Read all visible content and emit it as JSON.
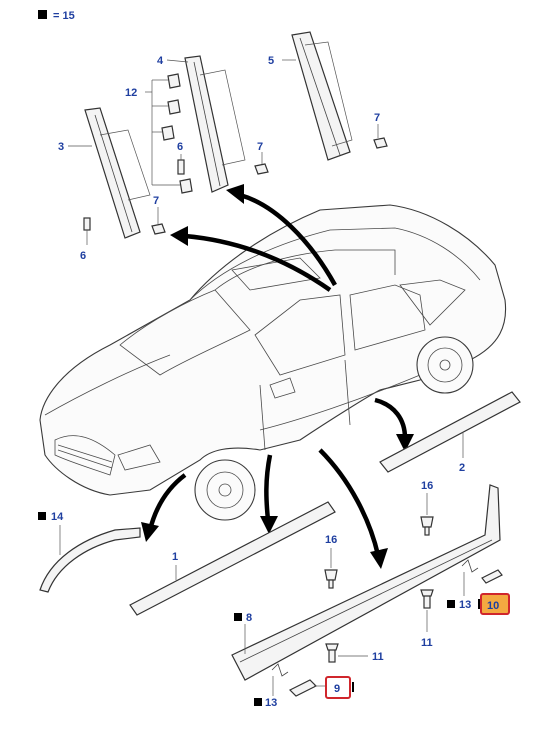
{
  "legend": {
    "symbol": "black-square-icon",
    "text": "= 15"
  },
  "labels": {
    "p1": "1",
    "p2": "2",
    "p3": "3",
    "p4": "4",
    "p5": "5",
    "p6a": "6",
    "p6b": "6",
    "p7a": "7",
    "p7b": "7",
    "p7c": "7",
    "p8": "8",
    "p9": "9",
    "p10": "10",
    "p11a": "11",
    "p11b": "11",
    "p12": "12",
    "p13a": "13",
    "p13b": "13",
    "p14": "14",
    "p16a": "16",
    "p16b": "16"
  },
  "highlight": {
    "color": "#d0262c",
    "fill_10": "#f4a941"
  },
  "colors": {
    "label": "#1f3fa0",
    "arrow": "#000000"
  }
}
